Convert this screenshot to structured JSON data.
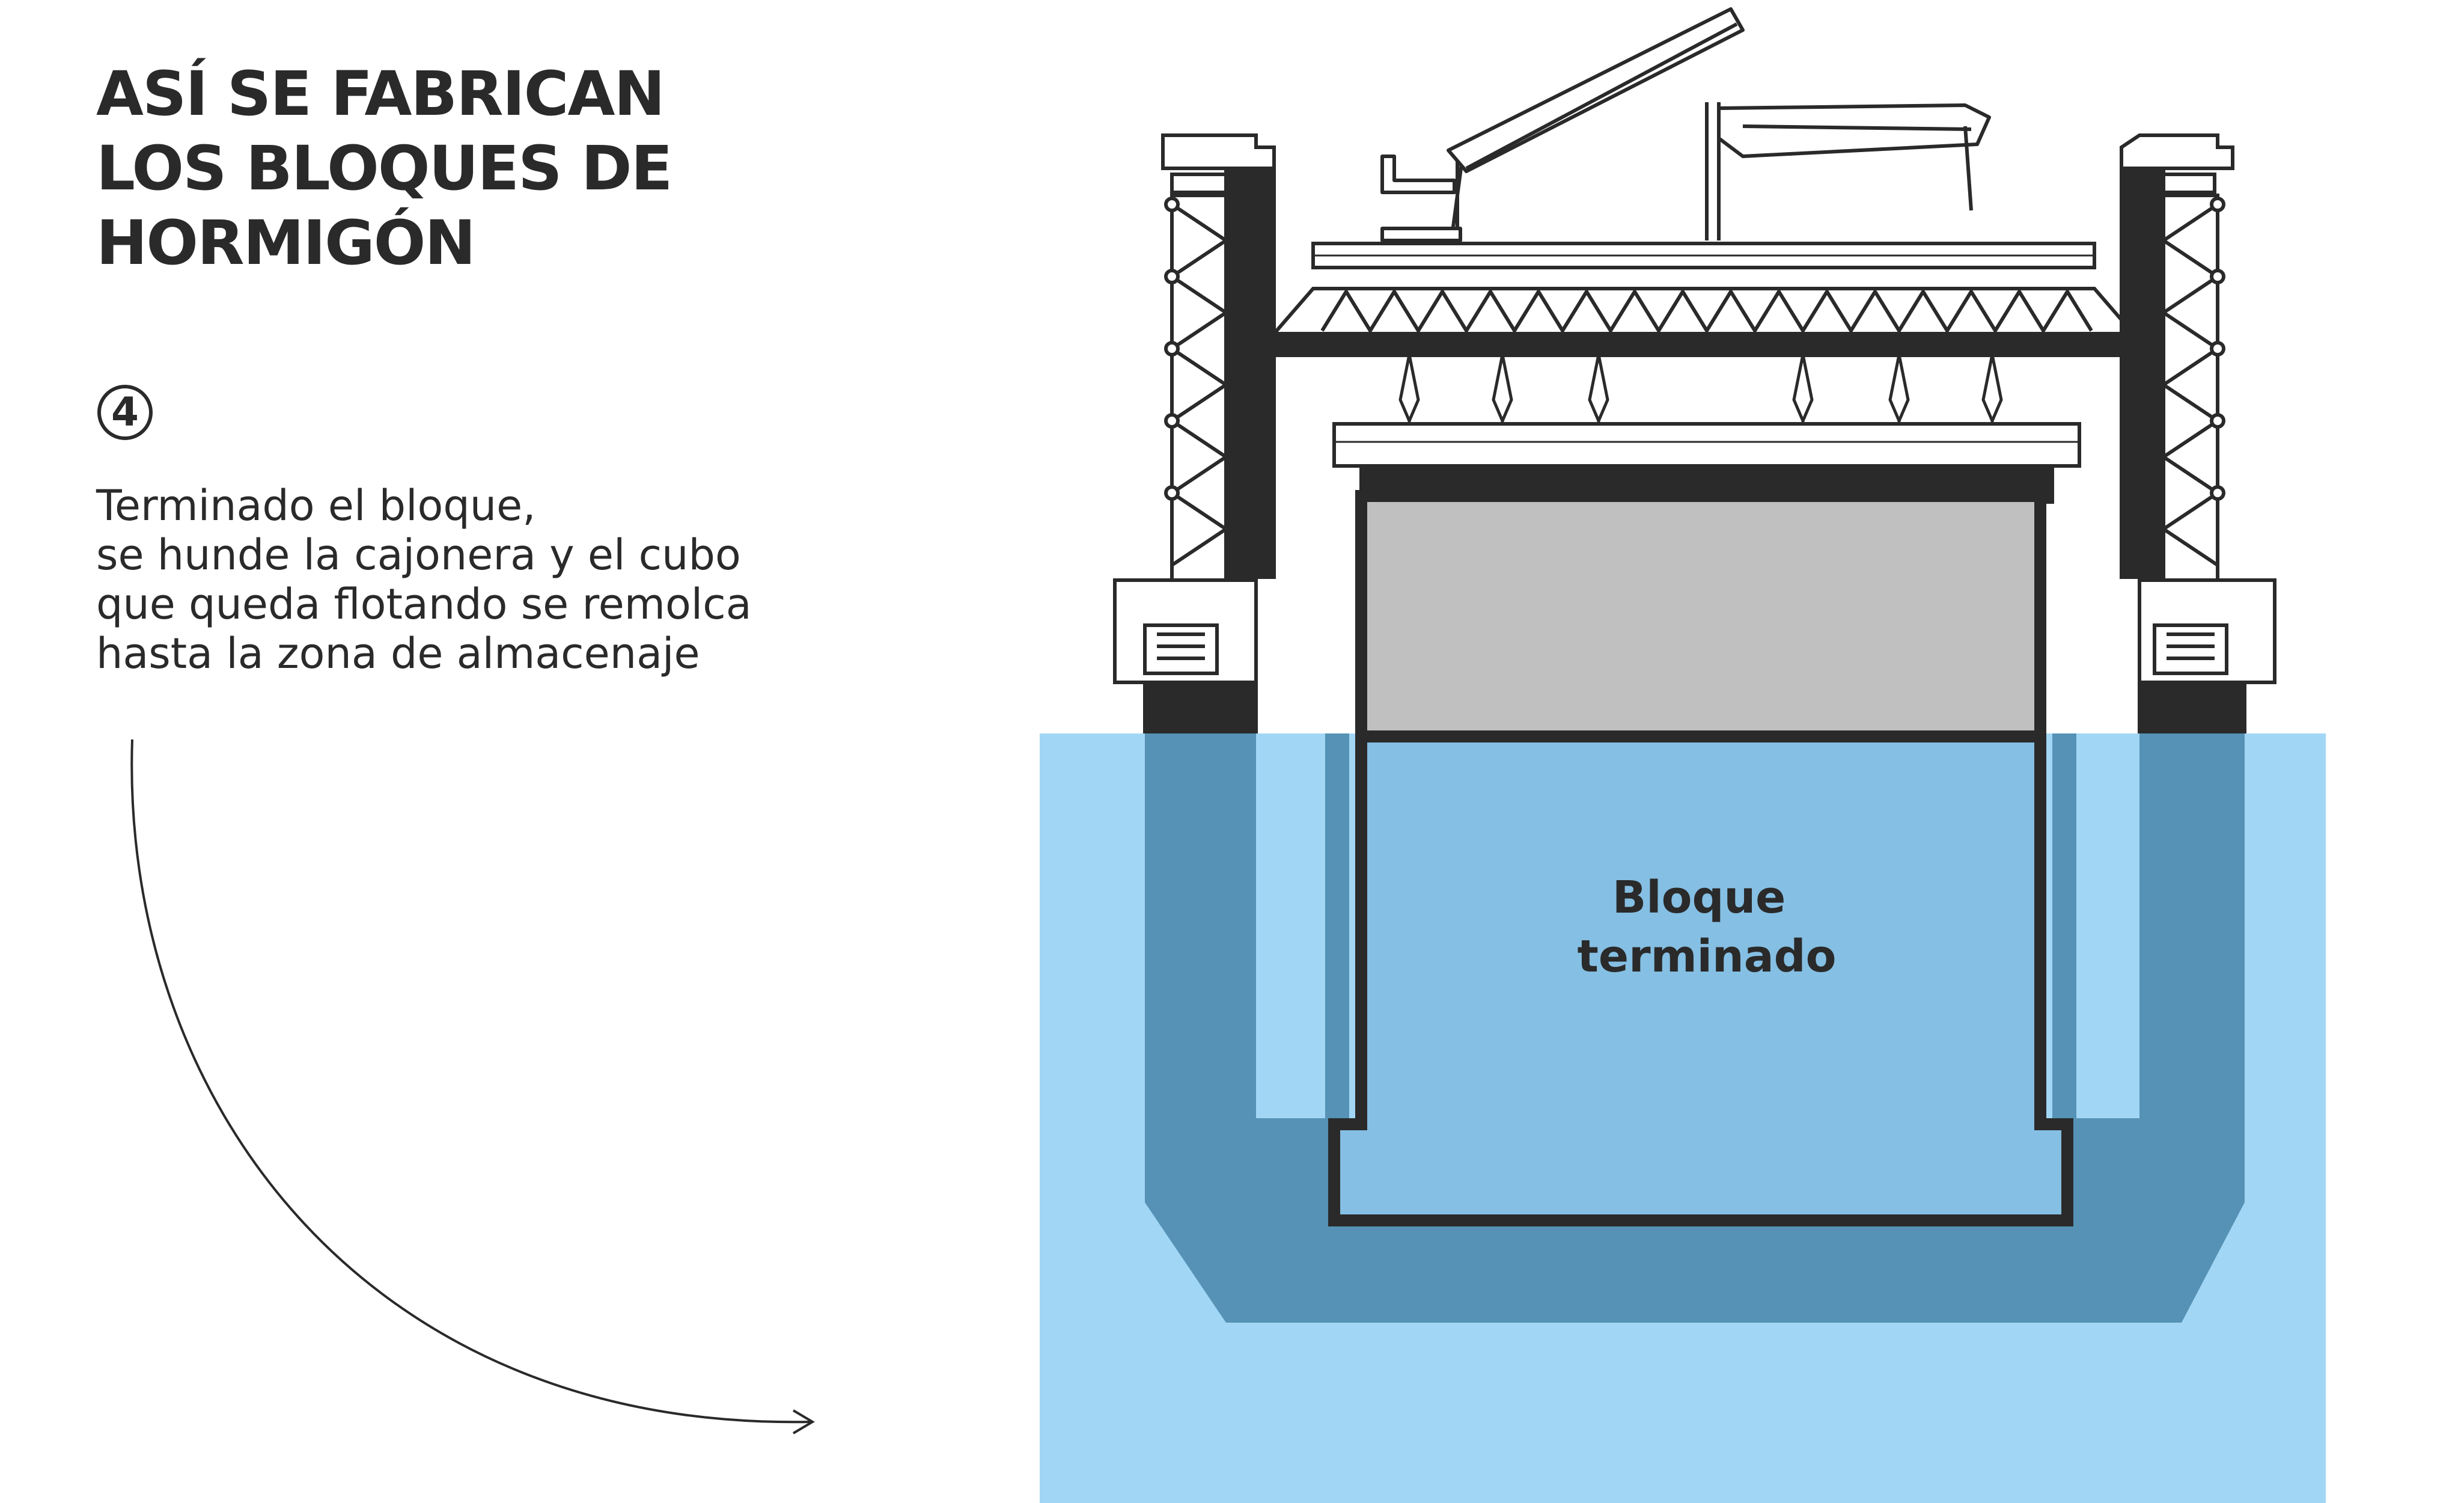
{
  "title": {
    "line1": "ASÍ SE FABRICAN",
    "line2": "LOS BLOQUES DE",
    "line3": "HORMIGÓN"
  },
  "step": {
    "number": "4",
    "description": [
      "Terminado el bloque,",
      "se hunde la cajonera y el cubo",
      "que queda flotando se remolca",
      "hasta la zona de almacenaje"
    ]
  },
  "diagram": {
    "block_label_line1": "Bloque",
    "block_label_line2": "terminado",
    "colors": {
      "ink": "#2a2a2a",
      "block_fill": "#c0c0c0",
      "water": "#a2d6f5",
      "submerged_structure": "#5592b5",
      "submerged_block": "#85bfe3"
    }
  }
}
